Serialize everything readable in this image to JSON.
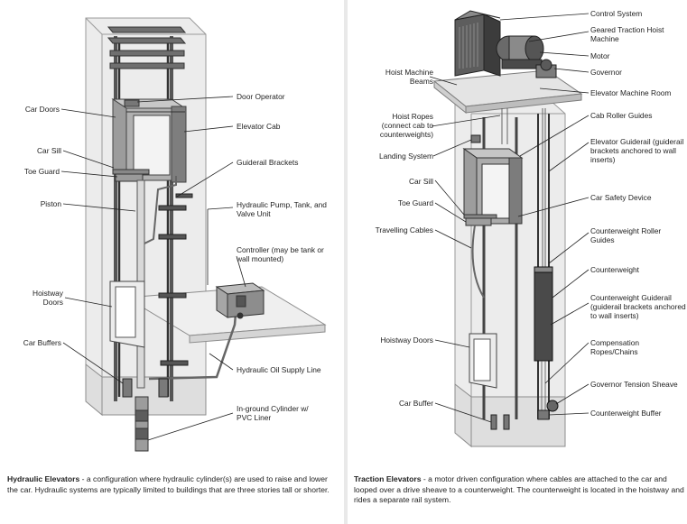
{
  "hydraulic": {
    "labels": {
      "car_doors": "Car Doors",
      "car_sill": "Car Sill",
      "toe_guard": "Toe Guard",
      "piston": "Piston",
      "hoistway_doors": "Hoistway Doors",
      "car_buffers": "Car Buffers",
      "door_operator": "Door Operator",
      "elevator_cab": "Elevator Cab",
      "guiderail_brackets": "Guiderail Brackets",
      "pump_tank_valve": "Hydraulic Pump, Tank, and Valve Unit",
      "controller": "Controller (may be tank or wall mounted)",
      "oil_supply_line": "Hydraulic Oil Supply Line",
      "inground_cylinder": "In-ground Cylinder w/ PVC Liner"
    },
    "caption": {
      "title": "Hydraulic Elevators",
      "text": " - a configuration where hydraulic cylinder(s) are used to raise and lower the car. Hydraulic systems are typically limited to buildings that are three stories tall or shorter."
    }
  },
  "traction": {
    "labels": {
      "control_system": "Control System",
      "geared_traction": "Geared Traction Hoist Machine",
      "motor": "Motor",
      "governor": "Governor",
      "machine_room": "Elevator Machine Room",
      "hoist_machine_beams": "Hoist Machine Beams",
      "hoist_ropes": "Hoist Ropes (connect cab to counterweights)",
      "landing_system": "Landing System",
      "car_sill": "Car Sill",
      "toe_guard": "Toe Guard",
      "travelling_cables": "Travelling Cables",
      "hoistway_doors": "Hoistway Doors",
      "car_buffer": "Car Buffer",
      "cab_roller_guides": "Cab Roller Guides",
      "elevator_guiderail": "Elevator Guiderail (guiderail brackets anchored to wall inserts)",
      "car_safety_device": "Car Safety Device",
      "cw_roller_guides": "Counterweight Roller Guides",
      "counterweight": "Counterweight",
      "cw_guiderail": "Counterweight Guiderail (guiderail brackets anchored to wall inserts)",
      "compensation_ropes": "Compensation Ropes/Chains",
      "governor_tension_sheave": "Governor Tension Sheave",
      "counterweight_buffer": "Counterweight Buffer"
    },
    "caption": {
      "title": "Traction Elevators",
      "text": " - a motor driven configuration where cables are attached to the car and looped over a drive sheave to a counterweight. The counterweight is located in the hoistway and rides a separate rail system."
    }
  }
}
